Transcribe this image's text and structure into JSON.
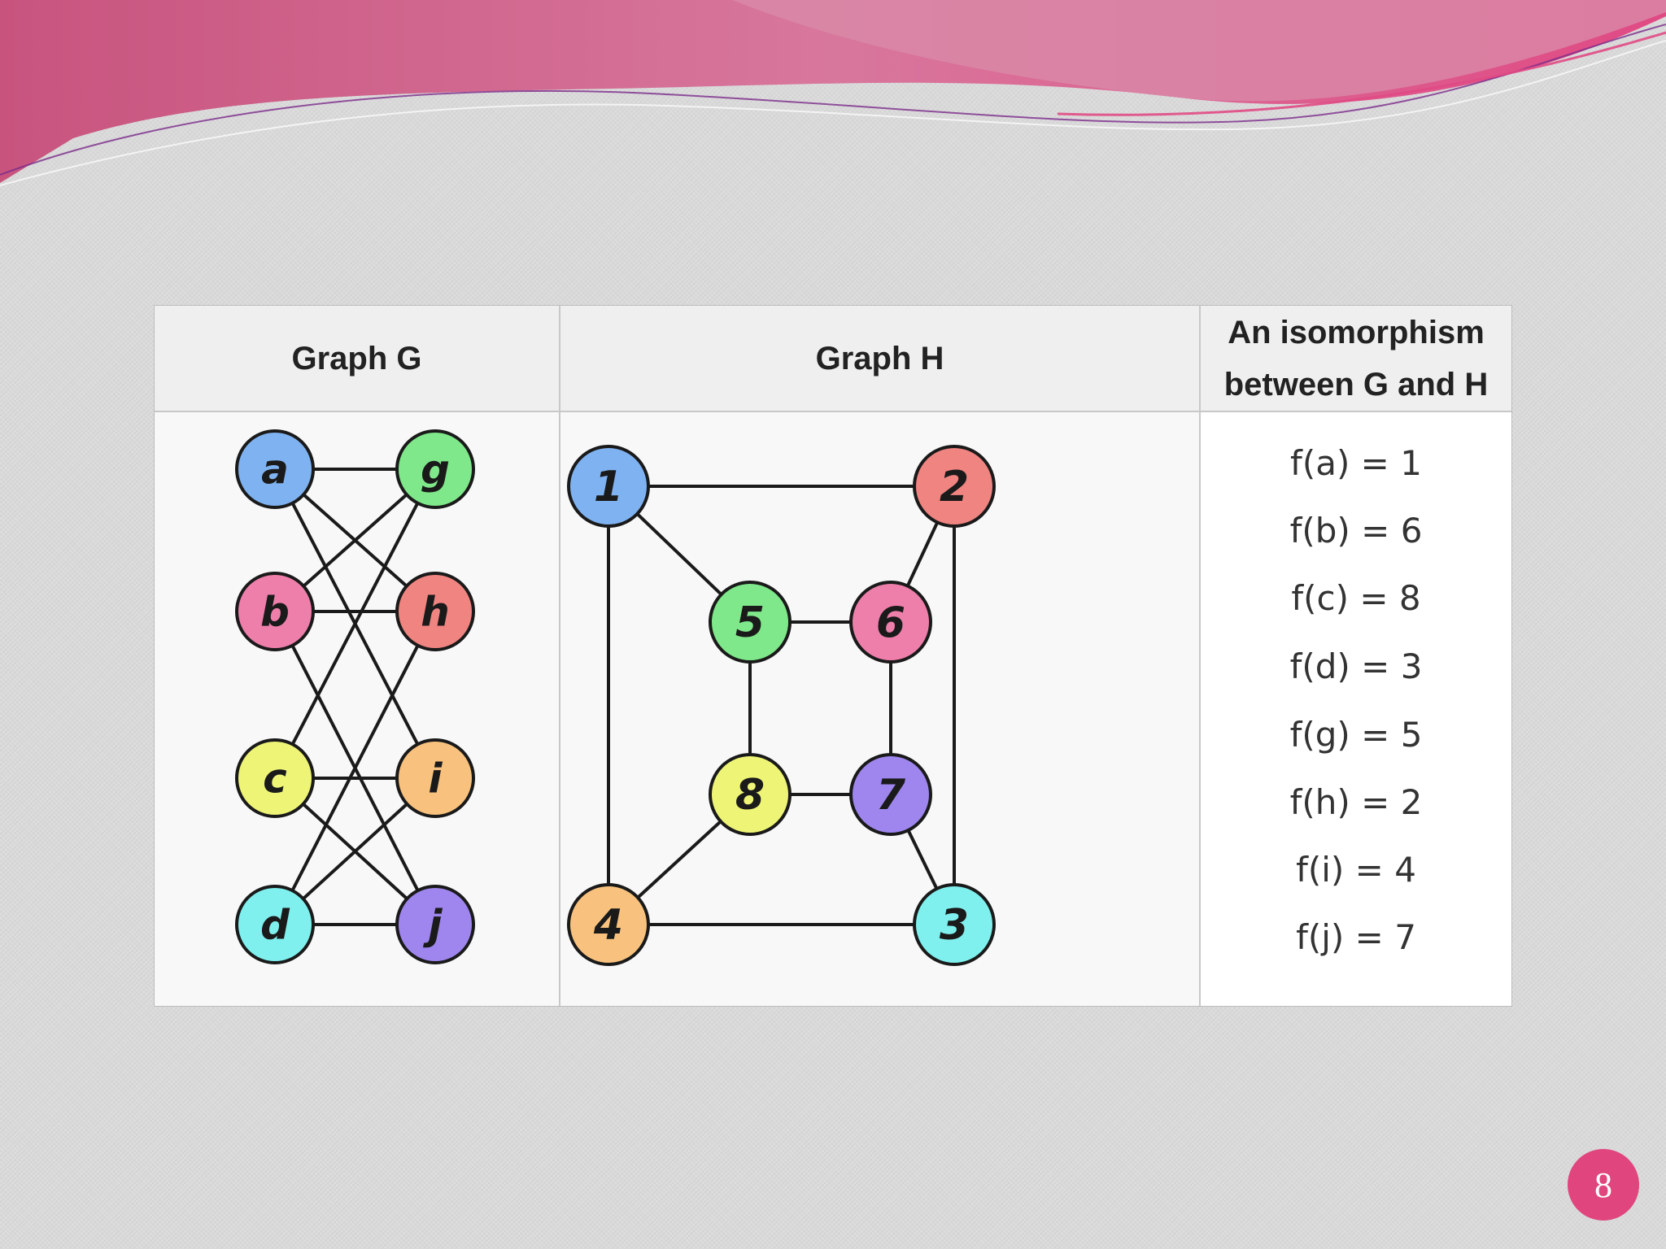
{
  "slide": {
    "page_number": "8"
  },
  "table": {
    "headers": {
      "graph_g": "Graph G",
      "graph_h": "Graph H",
      "isomorphism_line1": "An isomorphism",
      "isomorphism_line2": "between G and H"
    },
    "graph_g": {
      "nodes": [
        {
          "id": "a",
          "label": "a",
          "color": "#7fb2f0"
        },
        {
          "id": "b",
          "label": "b",
          "color": "#ee7faa"
        },
        {
          "id": "c",
          "label": "c",
          "color": "#eef576"
        },
        {
          "id": "d",
          "label": "d",
          "color": "#7ff0ee"
        },
        {
          "id": "g",
          "label": "g",
          "color": "#7fe88a"
        },
        {
          "id": "h",
          "label": "h",
          "color": "#f08480"
        },
        {
          "id": "i",
          "label": "i",
          "color": "#f8c27e"
        },
        {
          "id": "j",
          "label": "j",
          "color": "#9e86ee"
        }
      ],
      "edges": [
        [
          "a",
          "g"
        ],
        [
          "a",
          "h"
        ],
        [
          "a",
          "i"
        ],
        [
          "b",
          "g"
        ],
        [
          "b",
          "h"
        ],
        [
          "b",
          "j"
        ],
        [
          "c",
          "g"
        ],
        [
          "c",
          "i"
        ],
        [
          "c",
          "j"
        ],
        [
          "d",
          "h"
        ],
        [
          "d",
          "i"
        ],
        [
          "d",
          "j"
        ]
      ]
    },
    "graph_h": {
      "nodes": [
        {
          "id": "1",
          "label": "1",
          "color": "#7fb2f0"
        },
        {
          "id": "2",
          "label": "2",
          "color": "#f08480"
        },
        {
          "id": "3",
          "label": "3",
          "color": "#7ff0ee"
        },
        {
          "id": "4",
          "label": "4",
          "color": "#f8c27e"
        },
        {
          "id": "5",
          "label": "5",
          "color": "#7fe88a"
        },
        {
          "id": "6",
          "label": "6",
          "color": "#ee7faa"
        },
        {
          "id": "7",
          "label": "7",
          "color": "#9e86ee"
        },
        {
          "id": "8",
          "label": "8",
          "color": "#eef576"
        }
      ],
      "edges": [
        [
          "1",
          "2"
        ],
        [
          "1",
          "4"
        ],
        [
          "1",
          "5"
        ],
        [
          "2",
          "3"
        ],
        [
          "2",
          "6"
        ],
        [
          "3",
          "4"
        ],
        [
          "3",
          "7"
        ],
        [
          "4",
          "8"
        ],
        [
          "5",
          "6"
        ],
        [
          "5",
          "8"
        ],
        [
          "6",
          "7"
        ],
        [
          "7",
          "8"
        ]
      ]
    },
    "mappings": [
      {
        "text": "f(a) = 1"
      },
      {
        "text": "f(b) = 6"
      },
      {
        "text": "f(c) = 8"
      },
      {
        "text": "f(d) = 3"
      },
      {
        "text": "f(g) = 5"
      },
      {
        "text": "f(h) = 2"
      },
      {
        "text": "f(i) = 4"
      },
      {
        "text": "f(j) = 7"
      }
    ]
  }
}
